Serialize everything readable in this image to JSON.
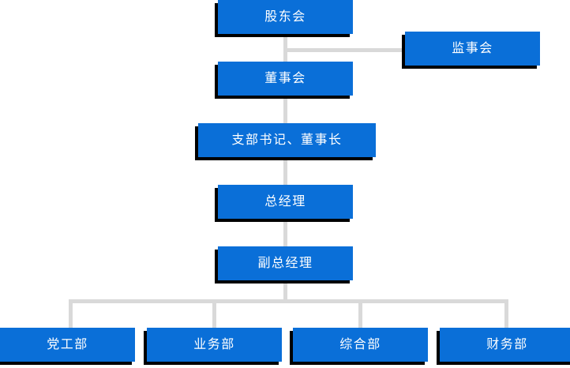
{
  "diagram": {
    "type": "organization-chart",
    "title": "",
    "colors": {
      "node_fill": "#0a6fd8",
      "node_text": "#ffffff",
      "connector": "#d9d9d9",
      "shadow": "#000000",
      "background": "#ffffff"
    },
    "nodes": [
      {
        "id": "shareholders",
        "label": "股东会",
        "level": 1
      },
      {
        "id": "supervisors",
        "label": "监事会",
        "level": 1
      },
      {
        "id": "board",
        "label": "董事会",
        "level": 2
      },
      {
        "id": "secretary-chair",
        "label": "支部书记、董事长",
        "level": 3
      },
      {
        "id": "gm",
        "label": "总经理",
        "level": 4
      },
      {
        "id": "deputy-gm",
        "label": "副总经理",
        "level": 5
      },
      {
        "id": "party-dept",
        "label": "党工部",
        "level": 6
      },
      {
        "id": "business-dept",
        "label": "业务部",
        "level": 6
      },
      {
        "id": "general-dept",
        "label": "综合部",
        "level": 6
      },
      {
        "id": "finance-dept",
        "label": "财务部",
        "level": 6
      }
    ],
    "edges": [
      {
        "from": "shareholders",
        "to": "supervisors"
      },
      {
        "from": "shareholders",
        "to": "board"
      },
      {
        "from": "board",
        "to": "secretary-chair"
      },
      {
        "from": "secretary-chair",
        "to": "gm"
      },
      {
        "from": "gm",
        "to": "deputy-gm"
      },
      {
        "from": "deputy-gm",
        "to": "party-dept"
      },
      {
        "from": "deputy-gm",
        "to": "business-dept"
      },
      {
        "from": "deputy-gm",
        "to": "general-dept"
      },
      {
        "from": "deputy-gm",
        "to": "finance-dept"
      }
    ]
  }
}
